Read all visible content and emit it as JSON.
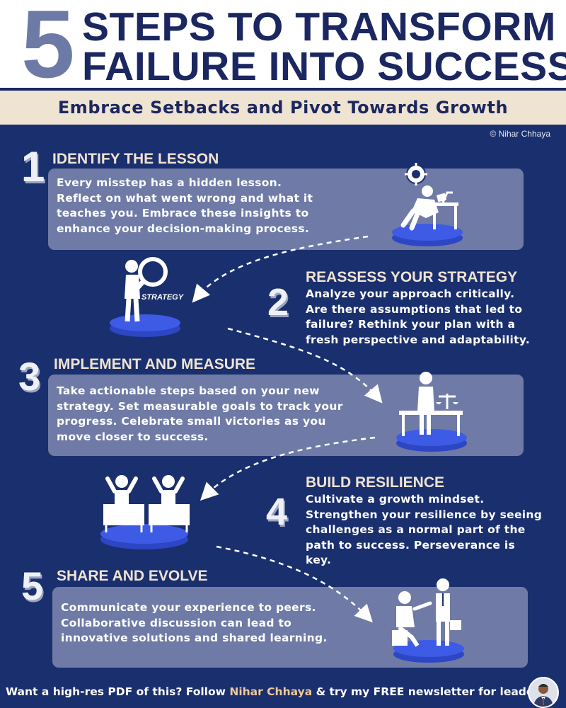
{
  "header": {
    "number": "5",
    "title_line1": "STEPS TO TRANSFORM",
    "title_line2": "FAILURE INTO SUCCESS",
    "subtitle": "Embrace Setbacks and Pivot Towards Growth",
    "copyright": "© Nihar Chhaya"
  },
  "steps": [
    {
      "number": "1",
      "heading": "IDENTIFY THE LESSON",
      "lines": [
        "Every misstep has a hidden lesson.",
        "Reflect on what went wrong and what it",
        "teaches you. Embrace these insights to",
        "enhance your decision-making process."
      ],
      "icon": "person-studying-desk-icon"
    },
    {
      "number": "2",
      "heading": "REASSESS YOUR STRATEGY",
      "lines": [
        "Analyze your approach critically.",
        "Are there assumptions that led to",
        "failure? Rethink your plan with a",
        "fresh perspective and adaptability."
      ],
      "icon": "magnifying-glass-strategy-icon",
      "illus_label": "STRATEGY"
    },
    {
      "number": "3",
      "heading": "IMPLEMENT AND MEASURE",
      "lines": [
        "Take actionable steps based on your new",
        "strategy. Set measurable goals to track your",
        "progress. Celebrate small victories as you",
        "move closer to success."
      ],
      "icon": "person-scale-desk-icon"
    },
    {
      "number": "4",
      "heading": "BUILD RESILIENCE",
      "lines": [
        "Cultivate a growth mindset.",
        "Strengthen your resilience by seeing",
        "challenges as a normal part of the",
        "path to success. Perseverance is",
        "key."
      ],
      "icon": "two-people-celebrating-icon"
    },
    {
      "number": "5",
      "heading": "SHARE AND EVOLVE",
      "lines": [
        "Communicate your experience to peers.",
        "Collaborative discussion can lead to",
        "innovative solutions and shared learning."
      ],
      "icon": "two-people-discussing-icon"
    }
  ],
  "footer": {
    "text_before": "Want a high-res PDF of this?  Follow ",
    "name": "Nihar Chhaya",
    "text_after": " & try my FREE newsletter for leaders"
  },
  "colors": {
    "background": "#1a2f6e",
    "title": "#1b2760",
    "number_grey": "#6d7aa6",
    "subtitle_band": "#efe3d1",
    "box": "#6f7ba6",
    "heading": "#efe3d1",
    "platform": "#3e5be6",
    "footer_name": "#f0c89a"
  }
}
